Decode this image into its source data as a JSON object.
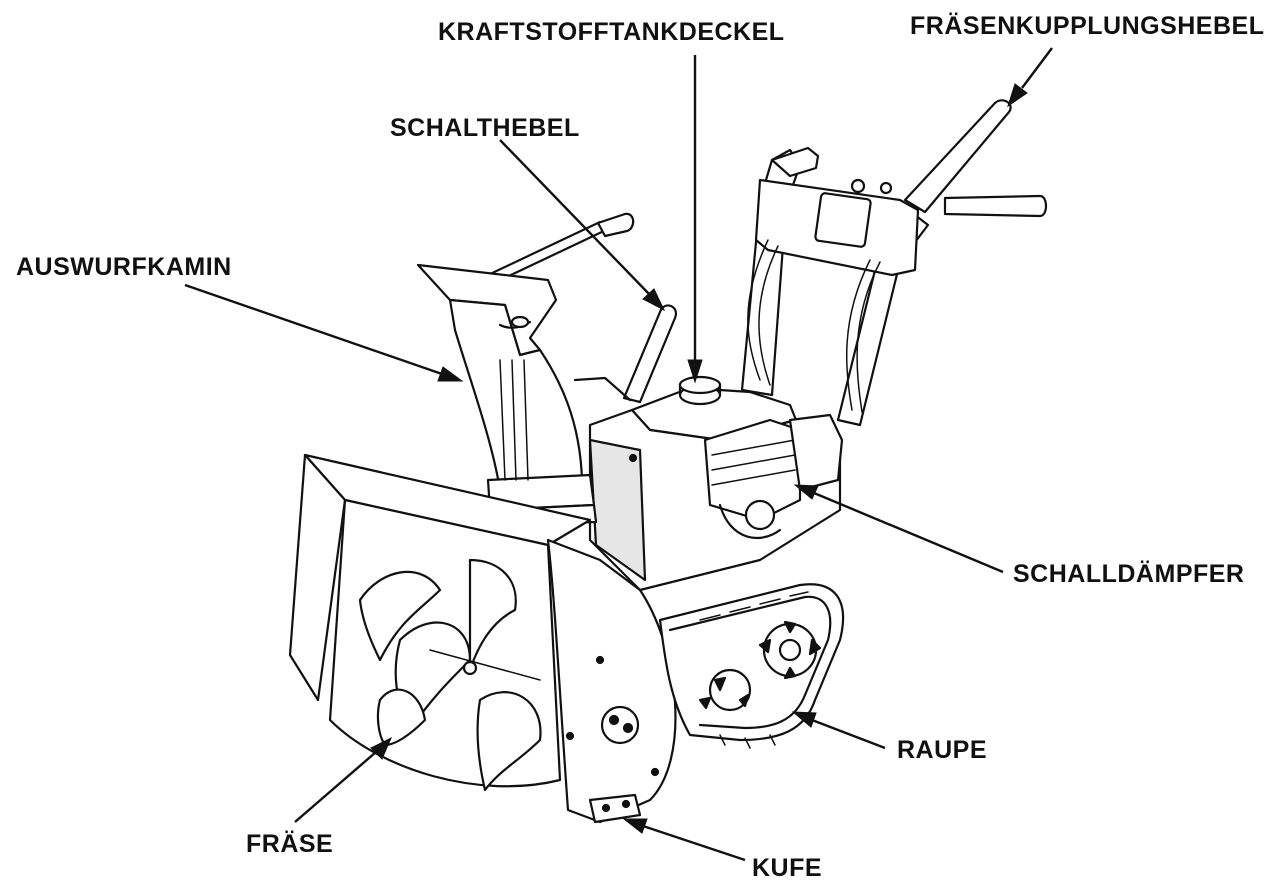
{
  "labels": {
    "fuel_cap": "KRAFTSTOFFTANKDECKEL",
    "auger_clutch": "FRÄSENKUPPLUNGSHEBEL",
    "shift_lever": "SCHALTHEBEL",
    "chute": "AUSWURFKAMIN",
    "muffler": "SCHALLDÄMPFER",
    "track": "RAUPE",
    "auger": "FRÄSE",
    "skid": "KUFE"
  }
}
